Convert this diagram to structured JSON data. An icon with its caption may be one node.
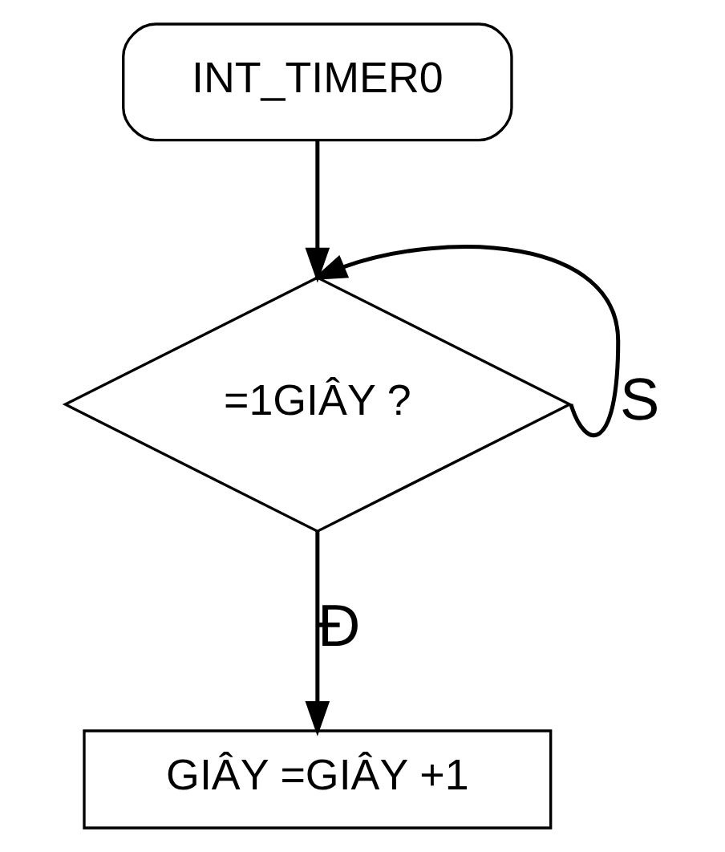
{
  "diagram": {
    "nodes": [
      {
        "text": [
          "INT_TIMER0"
        ]
      },
      {
        "text": [
          "=1GIÂY ?"
        ]
      },
      {
        "text": [
          "GIÂY =GIÂY +1"
        ]
      }
    ],
    "edges": [
      {
        "from": 0,
        "to": 1,
        "arrow": "to"
      },
      {
        "from": 1,
        "to": 1,
        "arrow": "to",
        "label": "S"
      },
      {
        "from": 1,
        "to": 2,
        "arrow": "to",
        "label": "Đ"
      }
    ]
  }
}
